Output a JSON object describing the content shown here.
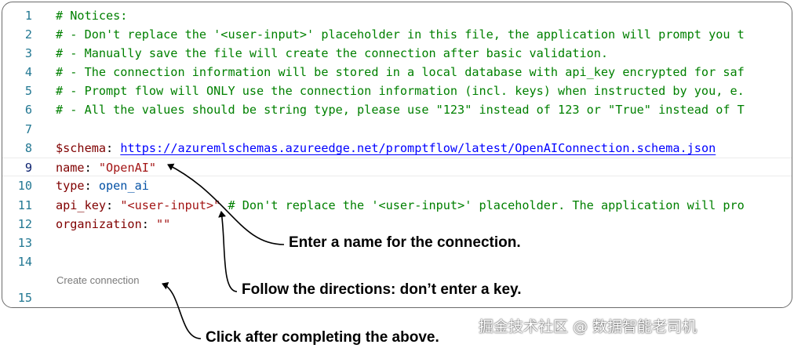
{
  "editor": {
    "lines": [
      {
        "n": "1",
        "tokens": [
          {
            "t": "# Notices:",
            "c": "comment"
          }
        ]
      },
      {
        "n": "2",
        "tokens": [
          {
            "t": "# - Don't replace the '<user-input>' placeholder in this file, the application will prompt you t",
            "c": "comment"
          }
        ]
      },
      {
        "n": "3",
        "tokens": [
          {
            "t": "# - Manually save the file will create the connection after basic validation.",
            "c": "comment"
          }
        ]
      },
      {
        "n": "4",
        "tokens": [
          {
            "t": "# - The connection information will be stored in a local database with api_key encrypted for saf",
            "c": "comment"
          }
        ]
      },
      {
        "n": "5",
        "tokens": [
          {
            "t": "# - Prompt flow will ONLY use the connection information (incl. keys) when instructed by you, e.",
            "c": "comment"
          }
        ]
      },
      {
        "n": "6",
        "tokens": [
          {
            "t": "# - All the values should be string type, please use \"123\" instead of 123 or \"True\" instead of T",
            "c": "comment"
          }
        ]
      },
      {
        "n": "7",
        "tokens": []
      },
      {
        "n": "8",
        "tokens": [
          {
            "t": "$schema",
            "c": "key"
          },
          {
            "t": ": ",
            "c": "plain"
          },
          {
            "t": "https://azuremlschemas.azureedge.net/promptflow/latest/OpenAIConnection.schema.json",
            "c": "url"
          }
        ]
      },
      {
        "n": "9",
        "current": true,
        "tokens": [
          {
            "t": "name",
            "c": "key"
          },
          {
            "t": ": ",
            "c": "plain"
          },
          {
            "t": "\"OpenAI\"",
            "c": "str"
          }
        ]
      },
      {
        "n": "10",
        "tokens": [
          {
            "t": "type",
            "c": "key"
          },
          {
            "t": ": ",
            "c": "plain"
          },
          {
            "t": "open_ai",
            "c": "const"
          }
        ]
      },
      {
        "n": "11",
        "tokens": [
          {
            "t": "api_key",
            "c": "key"
          },
          {
            "t": ": ",
            "c": "plain"
          },
          {
            "t": "\"<user-input>\"",
            "c": "str"
          },
          {
            "t": " # Don't replace the '<user-input>' placeholder. The application will pro",
            "c": "comment"
          }
        ]
      },
      {
        "n": "12",
        "tokens": [
          {
            "t": "organization",
            "c": "key"
          },
          {
            "t": ": ",
            "c": "plain"
          },
          {
            "t": "\"\"",
            "c": "str"
          }
        ]
      },
      {
        "n": "13",
        "tokens": []
      },
      {
        "n": "14",
        "tokens": []
      },
      {
        "n": "15",
        "tokens": []
      }
    ],
    "code_lens": "Create connection"
  },
  "callouts": {
    "name_hint": "Enter a name for the connection.",
    "key_hint": "Follow the directions: don’t enter a key.",
    "button_hint": "Click after completing the above."
  },
  "watermark": "掘金技术社区 @ 数据智能老司机"
}
